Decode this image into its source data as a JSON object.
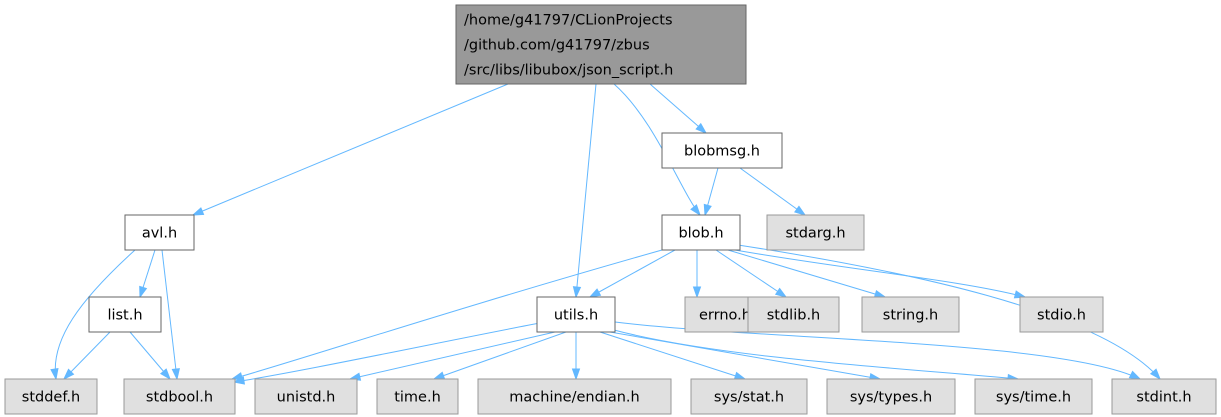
{
  "graph": {
    "colors": {
      "root_fill": "#999999",
      "root_stroke": "#666666",
      "local_fill": "#ffffff",
      "local_stroke": "#666666",
      "system_fill": "#e0e0e0",
      "system_stroke": "#999999",
      "edge": "#63b8ff"
    },
    "nodes": {
      "root": {
        "lines": [
          "/home/g41797/CLionProjects",
          "/github.com/g41797/zbus",
          "/src/libs/libubox/json_script.h"
        ],
        "kind": "root"
      },
      "avl": {
        "lines": [
          "avl.h"
        ],
        "kind": "local"
      },
      "list": {
        "lines": [
          "list.h"
        ],
        "kind": "local"
      },
      "blobmsg": {
        "lines": [
          "blobmsg.h"
        ],
        "kind": "local"
      },
      "blob": {
        "lines": [
          "blob.h"
        ],
        "kind": "local"
      },
      "utils": {
        "lines": [
          "utils.h"
        ],
        "kind": "local"
      },
      "stdarg": {
        "lines": [
          "stdarg.h"
        ],
        "kind": "system"
      },
      "errno": {
        "lines": [
          "errno.h"
        ],
        "kind": "system"
      },
      "stdlib": {
        "lines": [
          "stdlib.h"
        ],
        "kind": "system"
      },
      "string": {
        "lines": [
          "string.h"
        ],
        "kind": "system"
      },
      "stdio": {
        "lines": [
          "stdio.h"
        ],
        "kind": "system"
      },
      "stddef": {
        "lines": [
          "stddef.h"
        ],
        "kind": "system"
      },
      "stdbool": {
        "lines": [
          "stdbool.h"
        ],
        "kind": "system"
      },
      "unistd": {
        "lines": [
          "unistd.h"
        ],
        "kind": "system"
      },
      "time": {
        "lines": [
          "time.h"
        ],
        "kind": "system"
      },
      "endian": {
        "lines": [
          "machine/endian.h"
        ],
        "kind": "system"
      },
      "sysstat": {
        "lines": [
          "sys/stat.h"
        ],
        "kind": "system"
      },
      "systypes": {
        "lines": [
          "sys/types.h"
        ],
        "kind": "system"
      },
      "systime": {
        "lines": [
          "sys/time.h"
        ],
        "kind": "system"
      },
      "stdint": {
        "lines": [
          "stdint.h"
        ],
        "kind": "system"
      }
    },
    "edges": [
      [
        "root",
        "avl"
      ],
      [
        "root",
        "utils"
      ],
      [
        "root",
        "blob"
      ],
      [
        "root",
        "blobmsg"
      ],
      [
        "avl",
        "list"
      ],
      [
        "avl",
        "stddef"
      ],
      [
        "avl",
        "stdbool"
      ],
      [
        "list",
        "stddef"
      ],
      [
        "list",
        "stdbool"
      ],
      [
        "blobmsg",
        "blob"
      ],
      [
        "blobmsg",
        "stdarg"
      ],
      [
        "blob",
        "stdbool"
      ],
      [
        "blob",
        "utils"
      ],
      [
        "blob",
        "errno"
      ],
      [
        "blob",
        "stdlib"
      ],
      [
        "blob",
        "string"
      ],
      [
        "blob",
        "stdio"
      ],
      [
        "blob",
        "stdint"
      ],
      [
        "utils",
        "stdbool"
      ],
      [
        "utils",
        "unistd"
      ],
      [
        "utils",
        "time"
      ],
      [
        "utils",
        "endian"
      ],
      [
        "utils",
        "sysstat"
      ],
      [
        "utils",
        "systypes"
      ],
      [
        "utils",
        "systime"
      ],
      [
        "utils",
        "stdint"
      ]
    ]
  }
}
